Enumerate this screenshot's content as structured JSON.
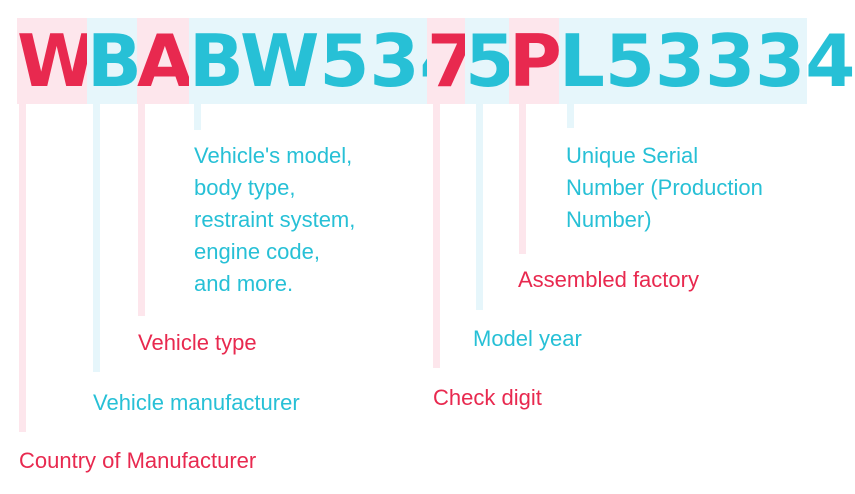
{
  "vin": {
    "segments": [
      {
        "text": "W",
        "tone": "pink"
      },
      {
        "text": "B",
        "tone": "blue"
      },
      {
        "text": "A",
        "tone": "pink"
      },
      {
        "text": "BW534",
        "tone": "blue"
      },
      {
        "text": "7",
        "tone": "pink"
      },
      {
        "text": "5",
        "tone": "blue"
      },
      {
        "text": "P",
        "tone": "pink"
      },
      {
        "text": "L53334",
        "tone": "blue"
      }
    ]
  },
  "labels": {
    "country": "Country of Manufacturer",
    "manufacturer": "Vehicle manufacturer",
    "vehicle_type": "Vehicle type",
    "vds": "Vehicle's model,\nbody type,\nrestraint system,\nengine code,\nand more.",
    "check_digit": "Check digit",
    "model_year": "Model year",
    "factory": "Assembled factory",
    "serial": "Unique Serial\nNumber (Production\nNumber)"
  },
  "colors": {
    "pink_text": "#e8294f",
    "blue_text": "#27c0d6",
    "pink_bg": "#fde6ec",
    "blue_bg": "#e6f6fb"
  }
}
